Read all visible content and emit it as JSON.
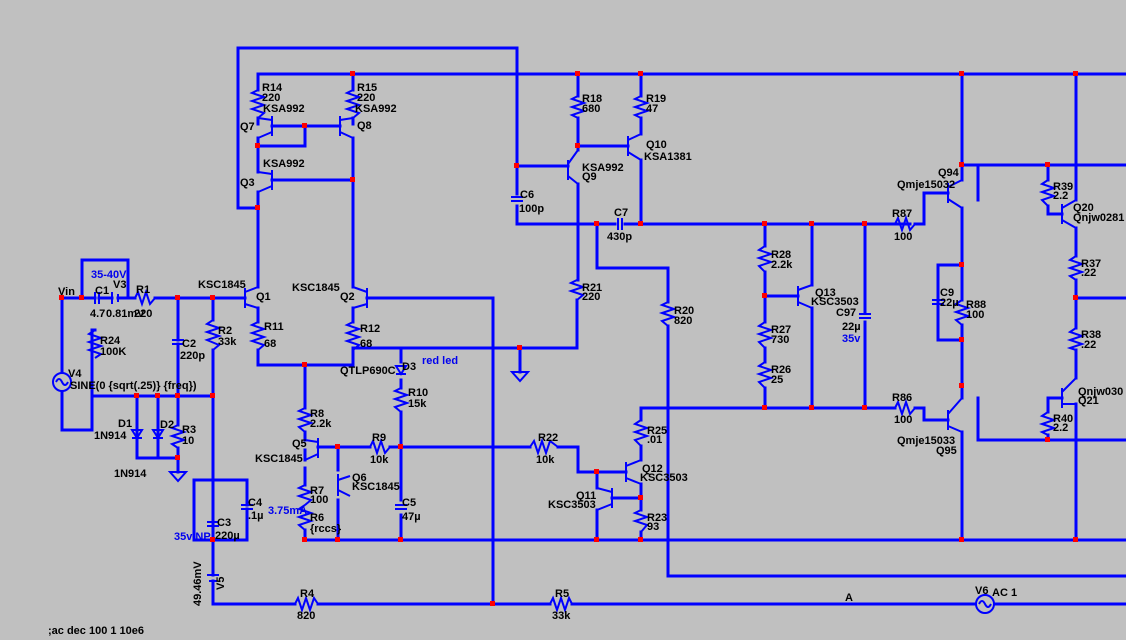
{
  "colors": {
    "wire": "#0000ff",
    "junction": "#ff0000",
    "background": "#c0c0c0",
    "note": "#0000ee"
  },
  "labels": {
    "vin": "Vin",
    "c1_val": "4.7",
    "v3_val": "0.81mV",
    "r1_val": "220",
    "supply_note": "35-40V",
    "c1": "C1",
    "v3": "V3",
    "r1": "R1",
    "r24": "R24",
    "r24_val": "100K",
    "v4": "V4",
    "v4_val": "SINE(0 {sqrt(.25)} {freq})",
    "c2": "C2",
    "c2_val": "220p",
    "r2": "R2",
    "r2_val": "33k",
    "d1": "D1",
    "d1_val": "1N914",
    "d2": "D2",
    "d2_val": "1N914",
    "r3": "R3",
    "r3_val": "10",
    "c3": "C3",
    "c3_val": "220µ",
    "c3_note": "35v NP",
    "c4": "C4",
    "c4_val": ".1µ",
    "v5_val": "49.46mV",
    "v5": "V5",
    "r14": "R14",
    "r14_val": "220",
    "q7_part": "KSA992",
    "q7": "Q7",
    "r15": "R15",
    "r15_val": "220",
    "q8_part": "KSA992",
    "q8": "Q8",
    "q3_part": "KSA992",
    "q3": "Q3",
    "q1_part": "KSC1845",
    "q1": "Q1",
    "q2_part": "KSC1845",
    "q2": "Q2",
    "r11": "R11",
    "r11_val": "68",
    "r12": "R12",
    "r12_val": "68",
    "r8": "R8",
    "r8_val": "2.2k",
    "q5": "Q5",
    "q5_part": "KSC1845",
    "r9": "R9",
    "r9_val": "10k",
    "q6": "Q6",
    "q6_part": "KSC1845",
    "r7": "R7",
    "r7_val": "100",
    "r6": "R6",
    "r6_val": "{rccs}",
    "current_note": "3.75mA",
    "d3": "D3",
    "d3_part": "QTLP690C",
    "d3_note": "red led",
    "r10": "R10",
    "r10_val": "15k",
    "c5": "C5",
    "c5_val": "47µ",
    "r4": "R4",
    "r4_val": "820",
    "r5": "R5",
    "r5_val": "33k",
    "r18": "R18",
    "r18_val": "680",
    "r19": "R19",
    "r19_val": "47",
    "q9_part": "KSA992",
    "q9": "Q9",
    "q10": "Q10",
    "q10_part": "KSA1381",
    "c6": "C6",
    "c6_val": "100p",
    "c7": "C7",
    "c7_val": "430p",
    "r21": "R21",
    "r21_val": "220",
    "r20": "R20",
    "r20_val": "820",
    "r22": "R22",
    "r22_val": "10k",
    "r25": "R25",
    "r25_val": ".01",
    "q12": "Q12",
    "q12_part": "KSC3503",
    "q11": "Q11",
    "q11_part": "KSC3503",
    "r23": "R23",
    "r23_val": "93",
    "r28": "R28",
    "r28_val": "2.2k",
    "q13": "Q13",
    "q13_part": "KSC3503",
    "r27": "R27",
    "r27_val": "730",
    "r26": "R26",
    "r26_val": "25",
    "c97": "C97",
    "c97_val": "22µ",
    "c97_note": "35v",
    "r87": "R87",
    "r87_val": "100",
    "r86": "R86",
    "r86_val": "100",
    "q94": "Q94",
    "q94_part": "Qmje15032",
    "q95": "Q95",
    "q95_part": "Qmje15033",
    "c9": "C9",
    "c9_val": "22µ",
    "r88": "R88",
    "r88_val": "100",
    "r39": "R39",
    "r39_val": "2.2",
    "q20": "Q20",
    "q20_part": "Qnjw0281",
    "r37": "R37",
    "r37_val": ".22",
    "r38": "R38",
    "r38_val": ".22",
    "q21": "Q21",
    "q21_part": "Qnjw030",
    "r40": "R40",
    "r40_val": "2.2",
    "v6": "V6",
    "v6_val": "AC 1",
    "node_a": "A",
    "directive": ";ac dec 100 1 10e6"
  }
}
